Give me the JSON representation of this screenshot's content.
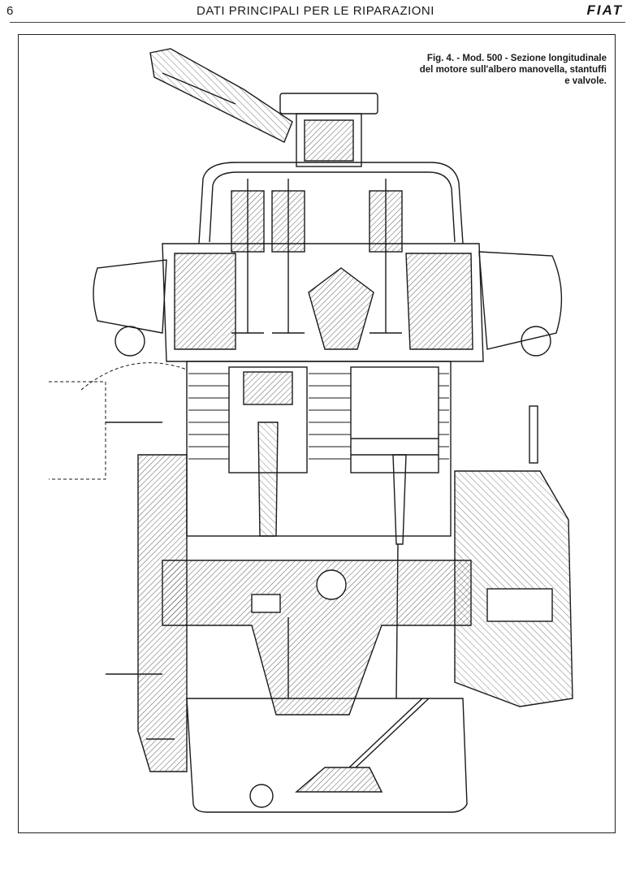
{
  "header": {
    "page_number": "6",
    "title": "DATI PRINCIPALI PER LE RIPARAZIONI",
    "brand": "FIAT"
  },
  "figure": {
    "caption_lines": [
      "Fig. 4. - Mod. 500 - Sezione longitudinale",
      "del motore sull'albero manovella, stantuffi",
      "e valvole."
    ]
  },
  "colors": {
    "ink": "#1a1a1a",
    "paper": "#ffffff"
  }
}
